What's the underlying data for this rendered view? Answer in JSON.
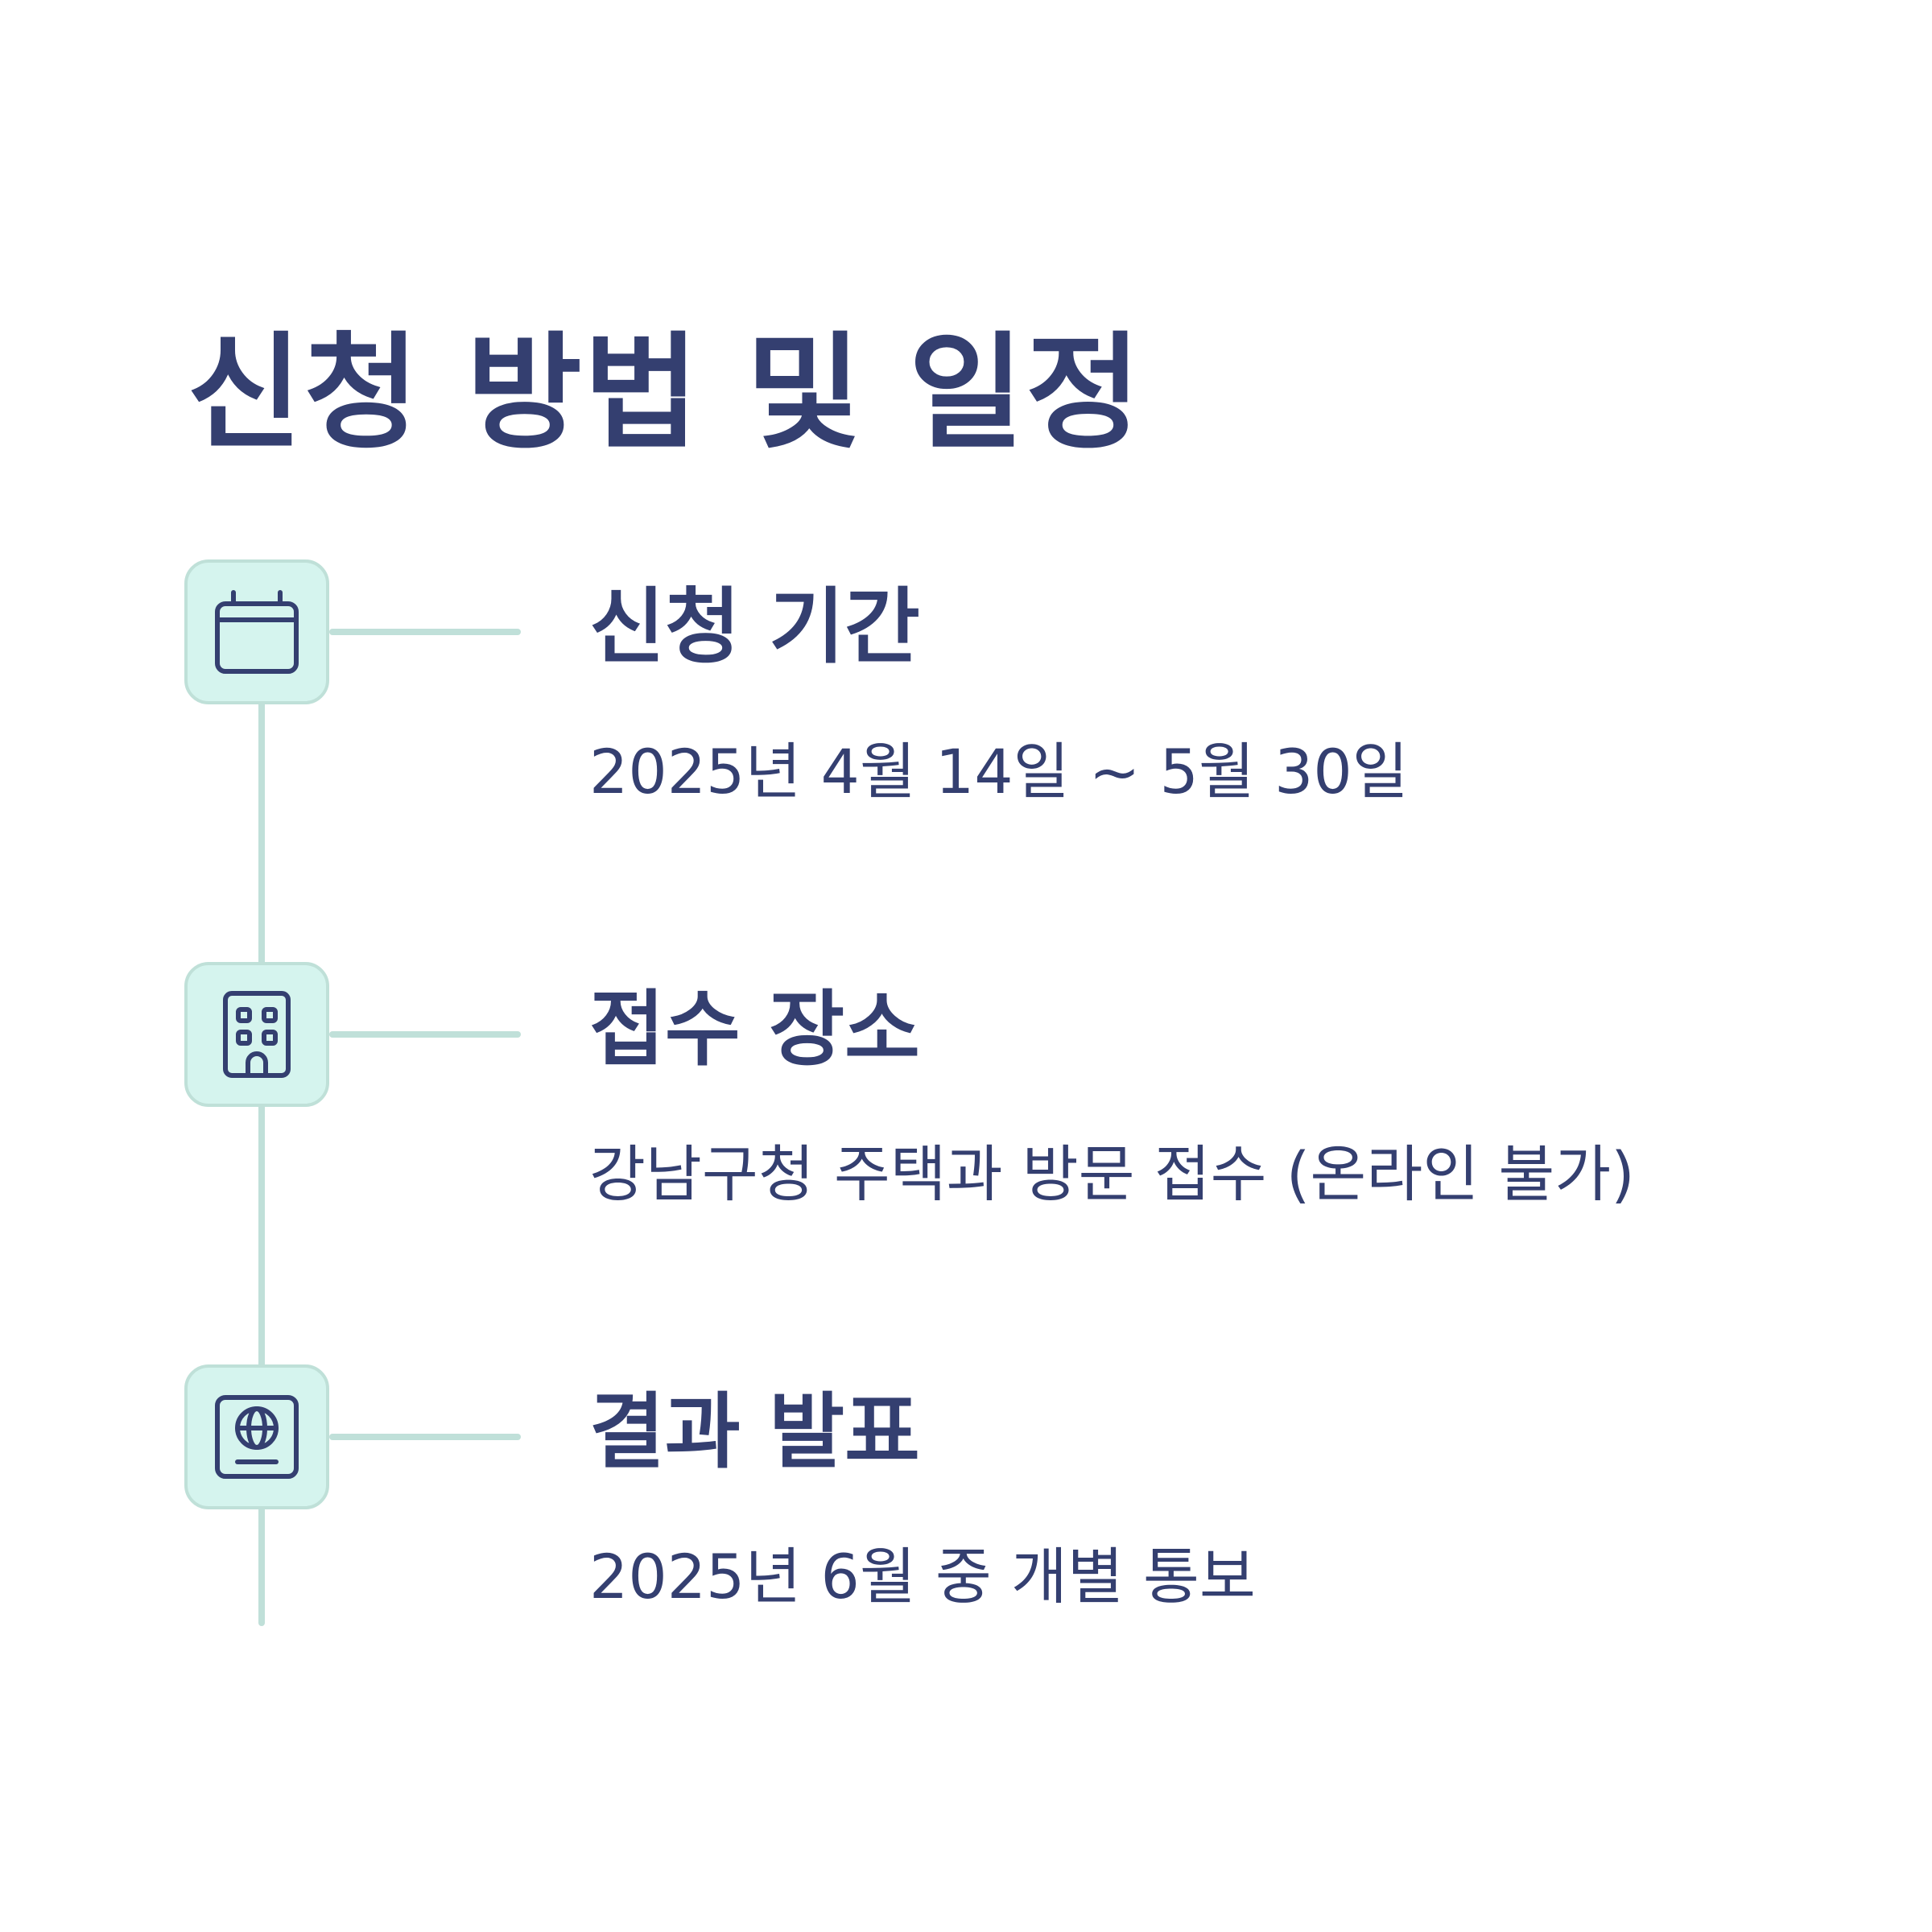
{
  "page": {
    "title": "신청 방법 및 일정"
  },
  "colors": {
    "text": "#343f70",
    "icon_bg": "#d5f4ee",
    "icon_border": "#bfe0d8",
    "line": "#c0e0d9"
  },
  "steps": [
    {
      "icon": "calendar-icon",
      "title": "신청 기간",
      "description": "2025년 4월 14일 ~ 5월 30일"
    },
    {
      "icon": "building-icon",
      "title": "접수 장소",
      "description": "강남구청 주택과 방문 접수 (온라인 불가)"
    },
    {
      "icon": "passport-icon",
      "title": "결과 발표",
      "description": "2025년 6월 중 개별 통보"
    }
  ]
}
